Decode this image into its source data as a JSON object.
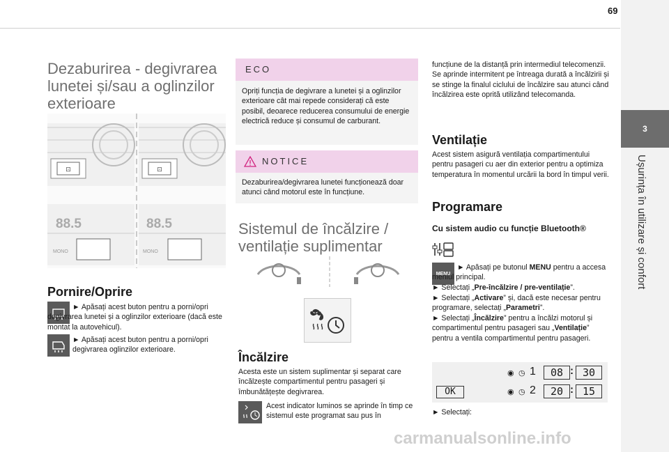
{
  "page_number": "69",
  "chapter": {
    "number": "3",
    "title": "Ușurința în utilizare și confort"
  },
  "col1": {
    "title": "Dezaburirea - degivrarea lunetei și/sau a oglinzilor exterioare",
    "illus": {
      "display_left": "88.5",
      "display_right": "88.5",
      "mono_left": "MONO",
      "mono_right": "MONO"
    },
    "section": "Pornire/Oprire",
    "item1": "► Apăsați acest buton pentru a porni/opri degivrarea lunetei și a oglinzilor exterioare (dacă este montat la autovehicul).",
    "item2": "► Apăsați acest buton pentru a porni/opri degivrarea oglinzilor exterioare."
  },
  "col2": {
    "eco_head": "ECO",
    "eco_text": "Opriți funcția de degivrare a lunetei și a oglinzilor exterioare cât mai repede considerați că este posibil, deoarece reducerea consumului de energie electrică reduce și consumul de carburant.",
    "notice_head": "NOTICE",
    "notice_text": "Dezaburirea/degivrarea lunetei funcționează doar atunci când motorul este în funcțiune.",
    "title": "Sistemul de încălzire / ventilație suplimentar",
    "heating_head": "Încălzire",
    "heating_text": "Acesta este un sistem suplimentar și separat care încălzește compartimentul pentru pasageri și îmbunătățește degivrarea.",
    "heating_text2": "Acest indicator luminos se aprinde în timp ce sistemul este programat sau pus în"
  },
  "col3": {
    "cont_text": "funcțiune de la distanță prin intermediul telecomenzii. Se aprinde intermitent pe întreaga durată a încălzirii și se stinge la finalul ciclului de încălzire sau atunci când încălzirea este oprită utilizând telecomanda.",
    "vent_head": "Ventilație",
    "vent_text": "Acest sistem asigură ventilația compartimentului pentru pasageri cu aer din exterior pentru a optimiza temperatura în momentul urcării la bord în timpul verii.",
    "prog_head": "Programare",
    "bt_head": "Cu sistem audio cu funcție Bluetooth®",
    "menu_label": "MENU",
    "step1a": "► Apăsați pe butonul ",
    "step1b": "MENU",
    "step1c": " pentru a accesa meniul principal.",
    "step2a": "► Selectați „",
    "step2b": "Pre-încălzire / pre-ventilație",
    "step2c": "”.",
    "step3a": "► Selectați „",
    "step3b": "Activare",
    "step3c": "” și, dacă este necesar pentru programare, selectați „",
    "step3d": "Parametri",
    "step3e": "”.",
    "step4a": "► Selectați „",
    "step4b": "Încălzire",
    "step4c": "” pentru a încălzi motorul și compartimentul pentru pasageri sau „",
    "step4d": "Ventilație",
    "step4e": "” pentru a ventila compartimentul pentru pasageri.",
    "screen": {
      "ok": "OK",
      "t1": "1",
      "h1": "08",
      "m1": "30",
      "t2": "2",
      "h2": "20",
      "m2": "15"
    },
    "select": "► Selectați:"
  },
  "watermark": "carmanualsonline.info"
}
